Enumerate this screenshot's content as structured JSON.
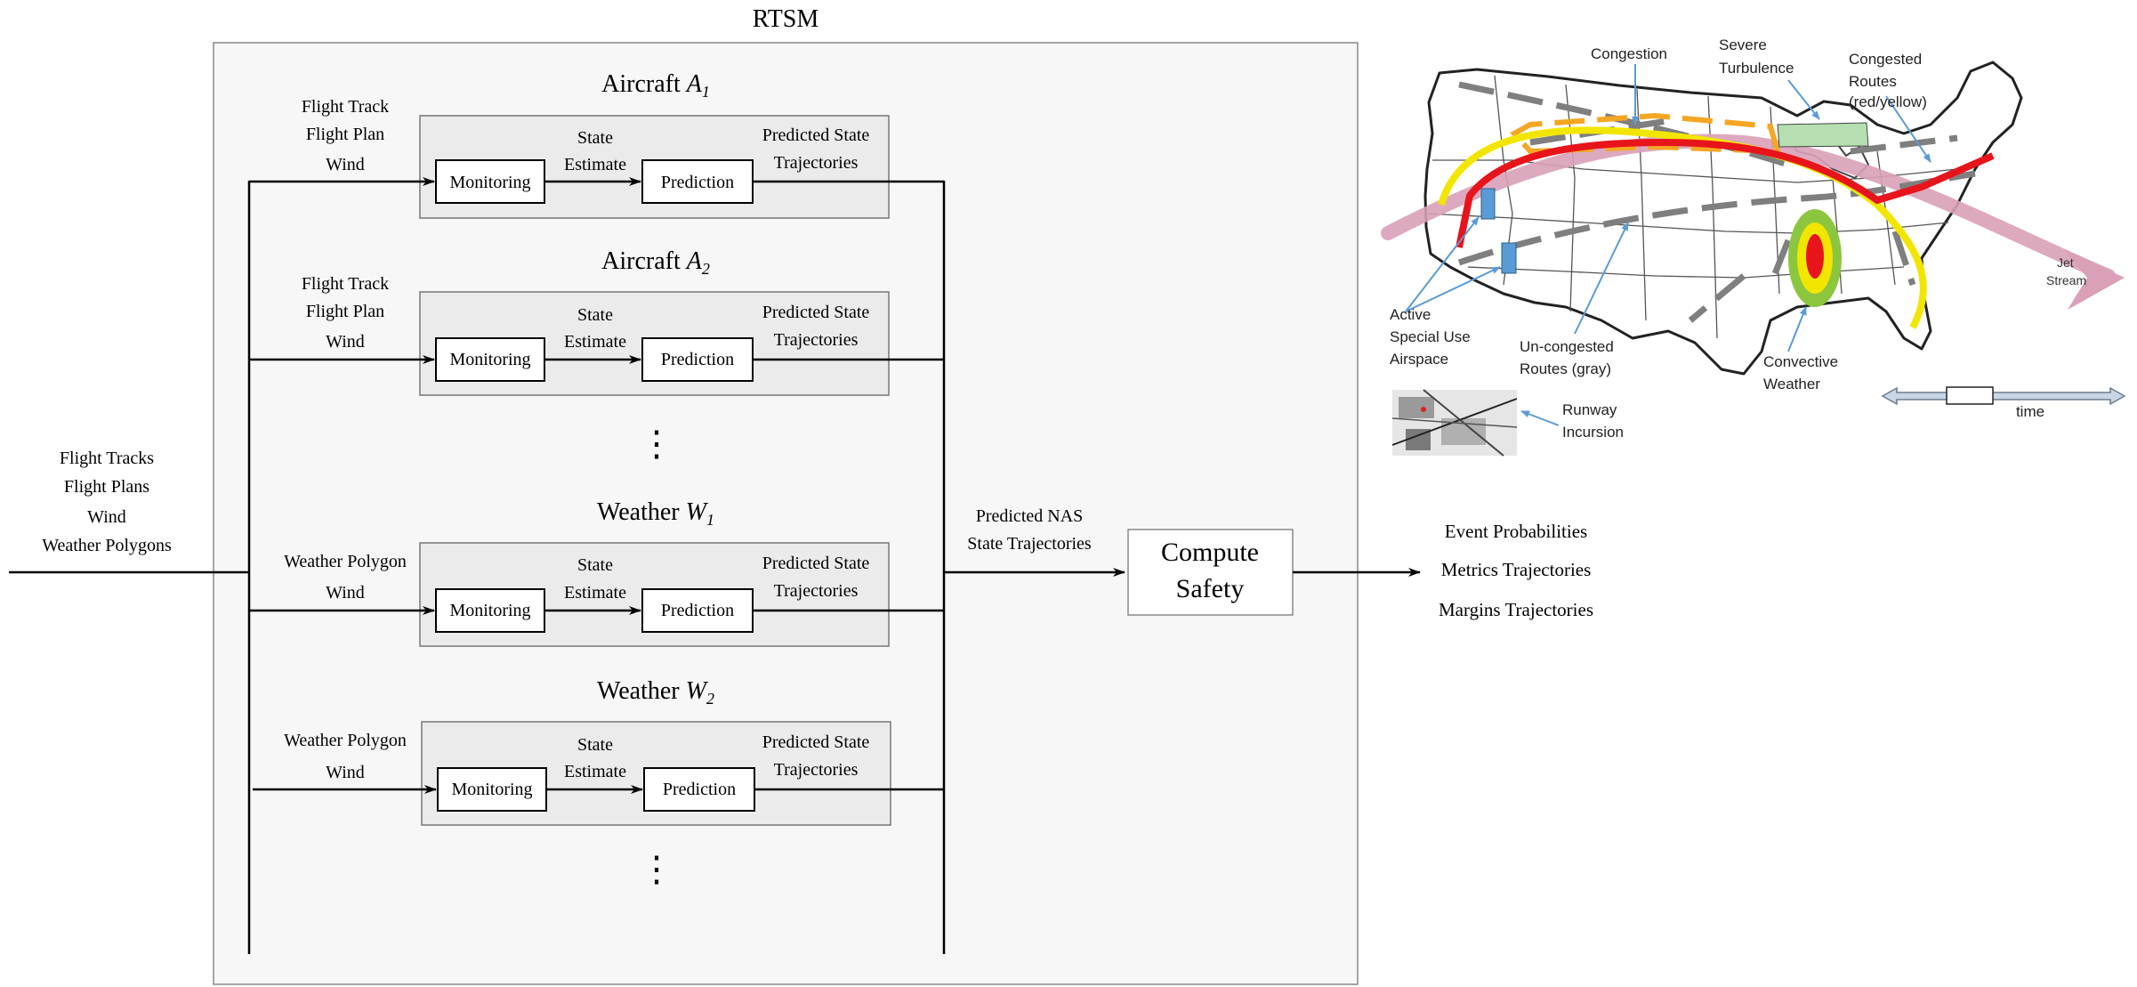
{
  "title": "RTSM",
  "inputs": {
    "external": [
      "Flight Tracks",
      "Flight Plans",
      "Wind",
      "Weather Polygons"
    ]
  },
  "modules": [
    {
      "title_main": "Aircraft ",
      "title_sub": "A",
      "title_subscript": "1",
      "inputs": [
        "Flight Track",
        "Flight Plan",
        "Wind"
      ],
      "monitoring": "Monitoring",
      "state_estimate": [
        "State",
        "Estimate"
      ],
      "prediction": "Prediction",
      "output": [
        "Predicted State",
        "Trajectories"
      ]
    },
    {
      "title_main": "Aircraft ",
      "title_sub": "A",
      "title_subscript": "2",
      "inputs": [
        "Flight Track",
        "Flight Plan",
        "Wind"
      ],
      "monitoring": "Monitoring",
      "state_estimate": [
        "State",
        "Estimate"
      ],
      "prediction": "Prediction",
      "output": [
        "Predicted State",
        "Trajectories"
      ]
    },
    {
      "title_main": "Weather ",
      "title_sub": "W",
      "title_subscript": "1",
      "inputs": [
        "Weather Polygon",
        "Wind"
      ],
      "monitoring": "Monitoring",
      "state_estimate": [
        "State",
        "Estimate"
      ],
      "prediction": "Prediction",
      "output": [
        "Predicted State",
        "Trajectories"
      ]
    },
    {
      "title_main": "Weather ",
      "title_sub": "W",
      "title_subscript": "2",
      "inputs": [
        "Weather Polygon",
        "Wind"
      ],
      "monitoring": "Monitoring",
      "state_estimate": [
        "State",
        "Estimate"
      ],
      "prediction": "Prediction",
      "output": [
        "Predicted State",
        "Trajectories"
      ]
    }
  ],
  "ellipsis": "⋮",
  "nas_label": [
    "Predicted NAS",
    "State Trajectories"
  ],
  "compute_safety": [
    "Compute",
    "Safety"
  ],
  "outputs": [
    "Event Probabilities",
    "Metrics Trajectories",
    "Margins Trajectories"
  ],
  "map": {
    "labels": {
      "congestion": "Congestion",
      "severe_turbulence": [
        "Severe",
        "Turbulence"
      ],
      "congested_routes": [
        "Congested",
        "Routes",
        "(red/yellow)"
      ],
      "jet_stream": [
        "Jet",
        "Stream"
      ],
      "active_sua": [
        "Active",
        "Special Use",
        "Airspace"
      ],
      "uncongested": [
        "Un-congested",
        "Routes (gray)"
      ],
      "convective": [
        "Convective",
        "Weather"
      ],
      "runway": [
        "Runway",
        "Incursion"
      ],
      "time": "time"
    },
    "colors": {
      "congested_red": "#e8141c",
      "congested_yellow": "#f2e600",
      "congestion_orange": "#f5a623",
      "uncongested_gray": "#7f7f7f",
      "jet_stream": "#d9a0b8",
      "turbulence": "#b5dfb0",
      "sua": "#5b9bd5",
      "annotation": "#5b9bd5"
    }
  }
}
